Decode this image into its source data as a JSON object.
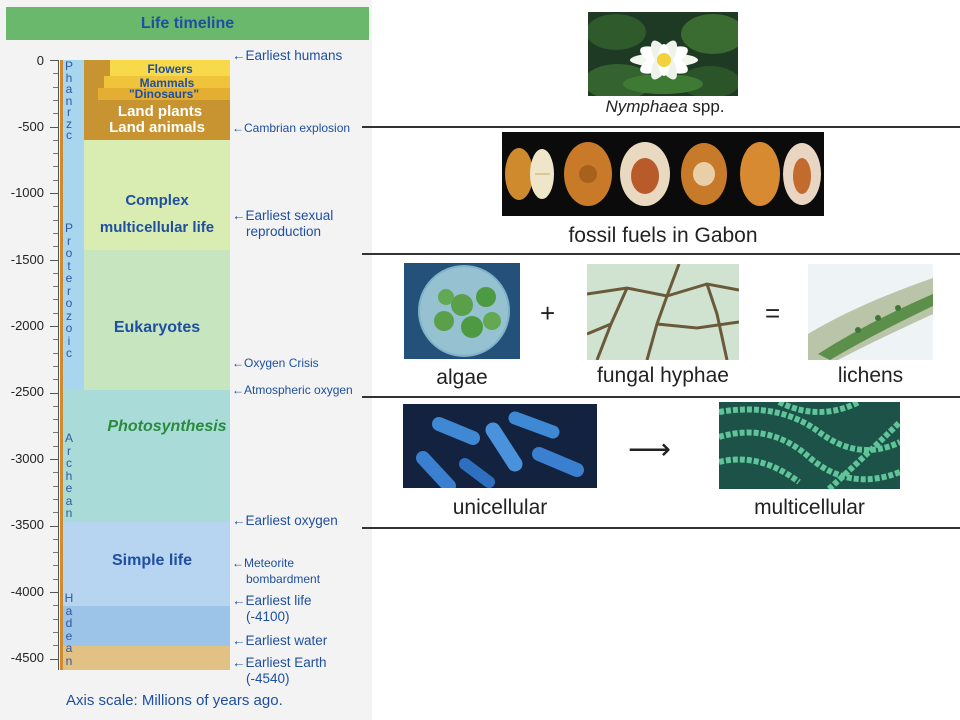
{
  "timeline": {
    "title": "Life timeline",
    "axis_caption": "Axis scale: Millions of years ago.",
    "ticks": [
      "0",
      "-500",
      "-1000",
      "-1500",
      "-2000",
      "-2500",
      "-3000",
      "-3500",
      "-4000",
      "-4500"
    ],
    "eons": {
      "phanerozoic": [
        "P",
        "h",
        "a",
        "n",
        "r",
        "z",
        "c"
      ],
      "proterozoic": [
        "P",
        "r",
        "o",
        "t",
        "e",
        "r",
        "o",
        "z",
        "o",
        "i",
        "c"
      ],
      "archean": [
        "A",
        "r",
        "c",
        "h",
        "e",
        "a",
        "n"
      ],
      "hadean": [
        "H",
        "a",
        "d",
        "e",
        "a",
        "n"
      ]
    },
    "bands": {
      "flowers": "Flowers",
      "mammals": "Mammals",
      "dinosaurs": "\"Dinosaurs\"",
      "land_plants": "Land plants",
      "land_animals": "Land animals",
      "complex_1": "Complex",
      "complex_2": "multicellular life",
      "eukaryotes": "Eukaryotes",
      "photosynthesis": "Photosynthesis",
      "simple_life": "Simple life"
    },
    "events": {
      "earliest_humans": "Earliest humans",
      "cambrian": "Cambrian explosion",
      "sexual_1": "Earliest sexual",
      "sexual_2": "reproduction",
      "oxygen_crisis": "Oxygen Crisis",
      "atm_oxygen": "Atmospheric oxygen",
      "earliest_oxygen": "Earliest oxygen",
      "meteorite_1": "Meteorite",
      "meteorite_2": "bombardment",
      "earliest_life_1": "Earliest life",
      "earliest_life_2": "(-4100)",
      "earliest_water": "Earliest water",
      "earliest_earth_1": "Earliest Earth",
      "earliest_earth_2": "(-4540)"
    },
    "arrow_glyph": "←"
  },
  "examples": {
    "nymphaea_genus": "Nymphaea",
    "nymphaea_suffix": " spp.",
    "fossil_caption": "fossil fuels in Gabon",
    "algae": "algae",
    "fungal": "fungal hyphae",
    "lichens": "lichens",
    "plus": "+",
    "equals": "=",
    "unicellular": "unicellular",
    "multicellular": "multicellular"
  },
  "colors": {
    "header": "#6ab86c",
    "label_blue": "#1f4fa0",
    "photosynthesis_text": "#2a8a3e",
    "phanerozoic_band": "#c89432",
    "complex_band": "#d9ecb2",
    "eukaryote_band": "#c7e6c0",
    "archean_band": "#a9dcd8",
    "simple_band": "#b7d4f0",
    "hadean_band": "#e2c184"
  }
}
